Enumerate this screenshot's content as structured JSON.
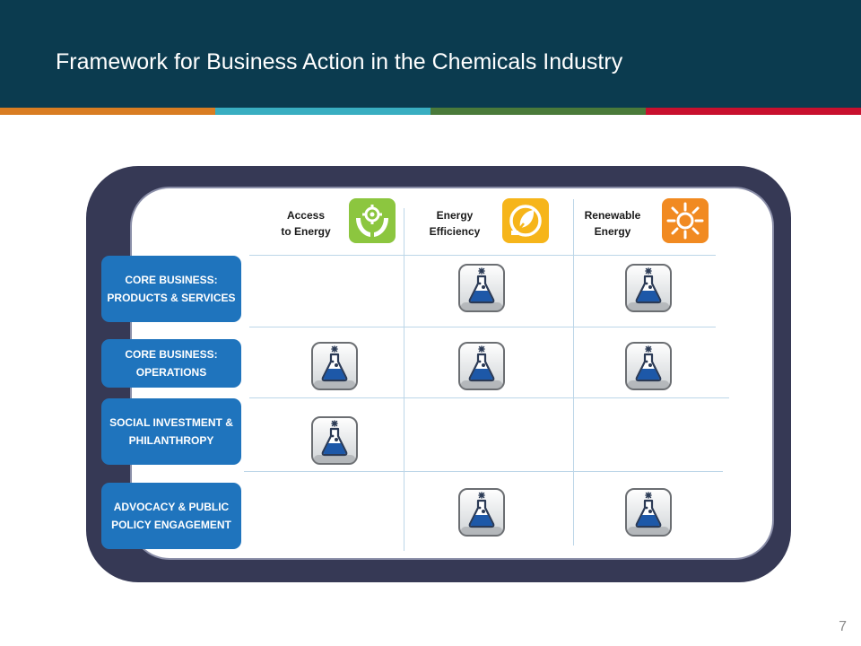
{
  "slide": {
    "title": "Framework for Business Action in the Chemicals Industry",
    "page_number": "7",
    "stripe_colors": [
      "#d97d22",
      "#39aec1",
      "#4a7a3a",
      "#c8102e"
    ],
    "header_color": "#0b3b4f"
  },
  "columns": [
    {
      "label_line1": "Access",
      "label_line2": "to Energy",
      "icon": "hands-gear-icon",
      "icon_color": "#8cc63f"
    },
    {
      "label_line1": "Energy",
      "label_line2": "Efficiency",
      "icon": "leaf-plug-icon",
      "icon_color": "#f6b51a"
    },
    {
      "label_line1": "Renewable",
      "label_line2": "Energy",
      "icon": "sun-icon",
      "icon_color": "#f18a21"
    }
  ],
  "rows": [
    {
      "label": "CORE BUSINESS: PRODUCTS & SERVICES",
      "cells": [
        false,
        true,
        true
      ]
    },
    {
      "label": "CORE BUSINESS: OPERATIONS",
      "cells": [
        true,
        true,
        true
      ]
    },
    {
      "label": "SOCIAL INVESTMENT & PHILANTHROPY",
      "cells": [
        true,
        false,
        false
      ]
    },
    {
      "label": "ADVOCACY & PUBLIC POLICY ENGAGEMENT",
      "cells": [
        false,
        true,
        true
      ]
    }
  ],
  "cell_icon": "chemistry-flask-icon"
}
